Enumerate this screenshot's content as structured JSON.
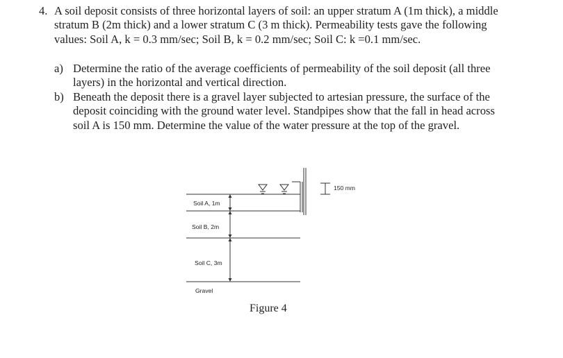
{
  "question": {
    "number": "4.",
    "intro": "A soil deposit consists of three horizontal layers of soil: an upper stratum A (1m thick), a middle stratum B (2m thick) and a lower stratum C (3 m thick). Permeability tests gave the following values: Soil A, k = 0.3 mm/sec; Soil B, k = 0.2 mm/sec; Soil C: k =0.1 mm/sec.",
    "parts": [
      {
        "label": "a)",
        "text": "Determine the ratio of the average coefficients of permeability of the soil deposit (all three layers) in the horizontal and vertical direction."
      },
      {
        "label": "b)",
        "text": "Beneath the deposit there is a gravel layer subjected to artesian pressure, the surface of the deposit coinciding with the ground water level. Standpipes show that the fall in head across soil A is 150 mm. Determine the value of the water pressure at the top of the gravel."
      }
    ]
  },
  "figure": {
    "caption": "Figure 4",
    "layers": [
      {
        "label": "Soil A, 1m"
      },
      {
        "label": "Soil B, 2m"
      },
      {
        "label": "Soil C, 3m"
      }
    ],
    "gravel_label": "Gravel",
    "head_label": "150 mm"
  }
}
